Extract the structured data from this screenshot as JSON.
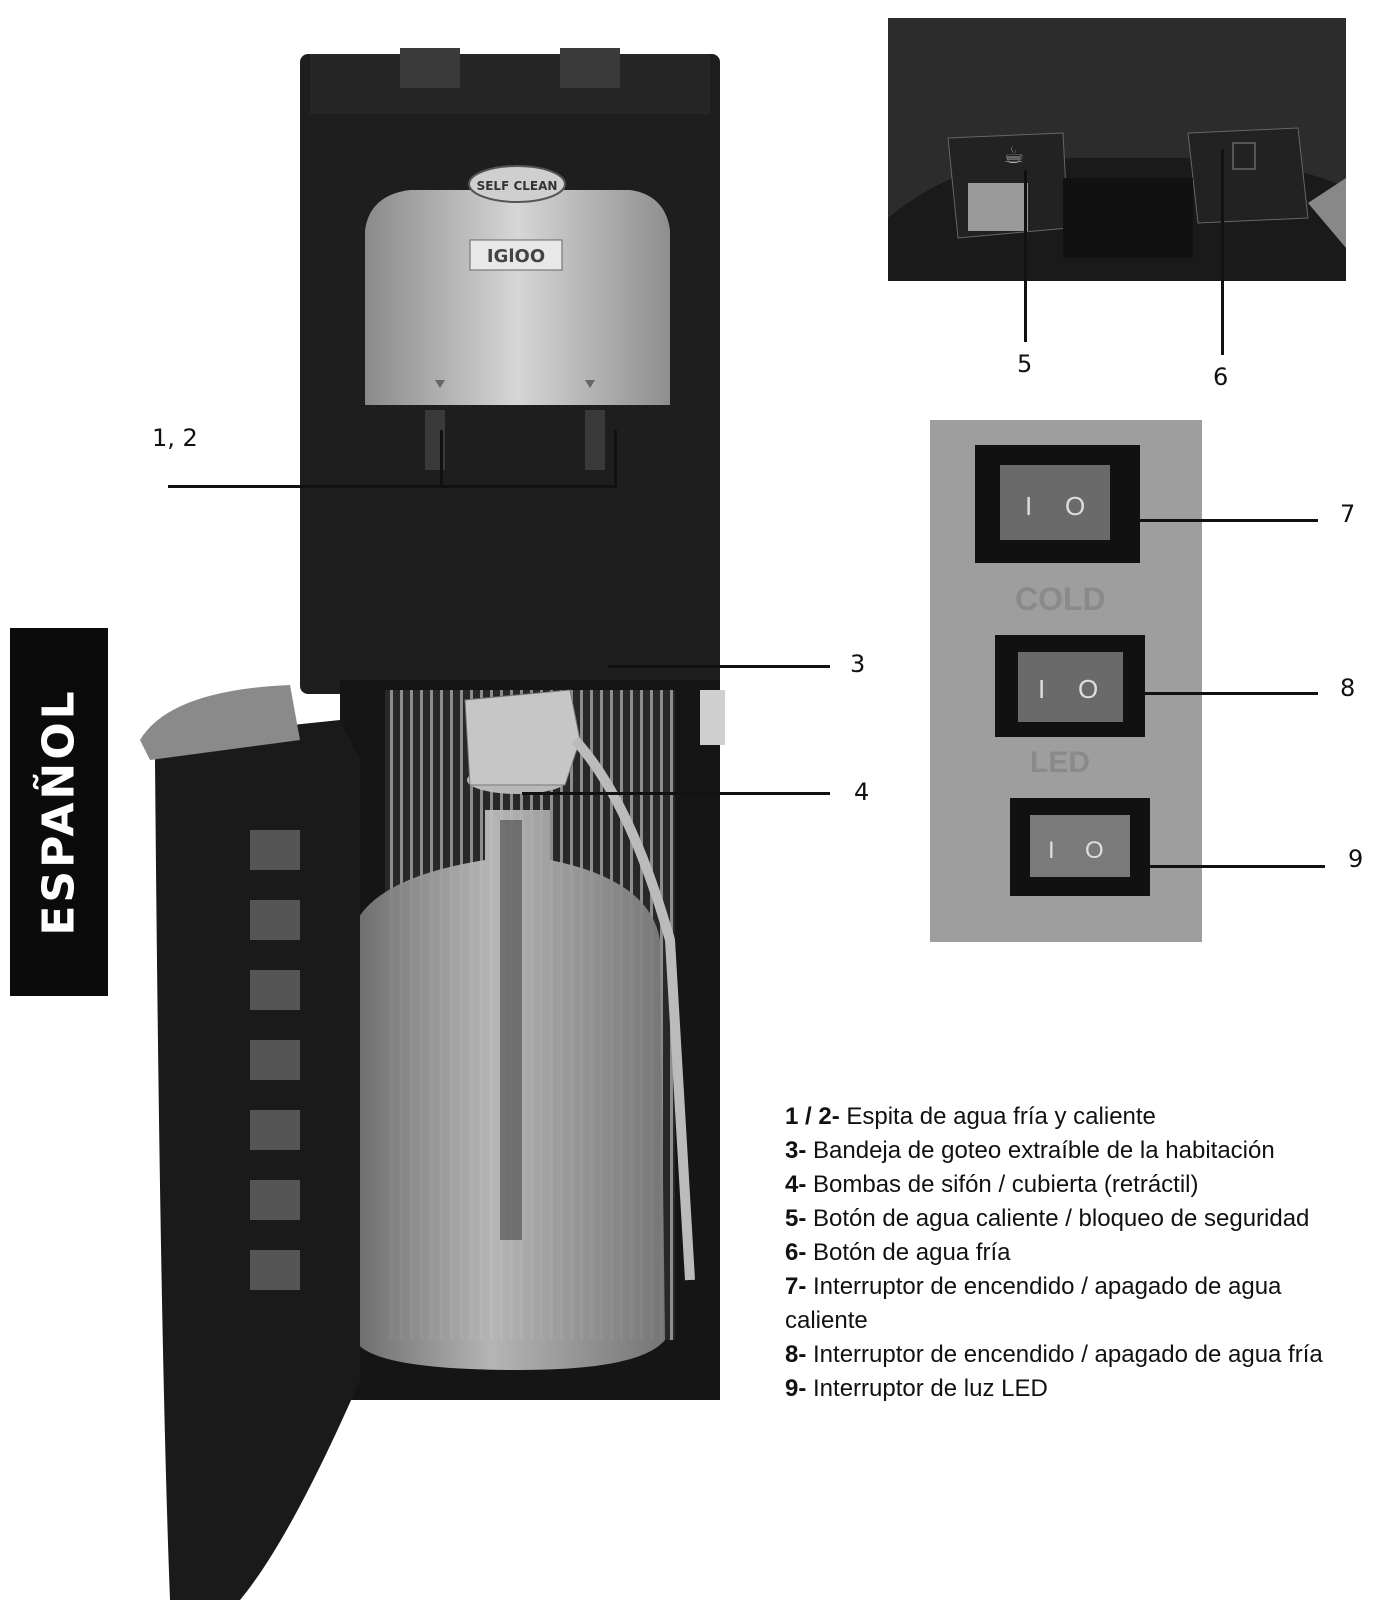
{
  "side_tab": {
    "label": "ESPAÑOL"
  },
  "dispenser": {
    "badge": "SELF CLEAN",
    "brand": "IGlOO"
  },
  "switch_panel": {
    "label_cold": "COLD",
    "label_led": "LED",
    "switch_marks": {
      "on": "I",
      "off": "O"
    }
  },
  "callouts": {
    "c12": "1, 2",
    "c3": "3",
    "c4": "4",
    "c5": "5",
    "c6": "6",
    "c7": "7",
    "c8": "8",
    "c9": "9"
  },
  "legend": {
    "items": [
      {
        "num": "1 / 2-",
        "text": " Espita de agua fría y caliente"
      },
      {
        "num": "3-",
        "text": " Bandeja de goteo extraíble de la habitación"
      },
      {
        "num": "4-",
        "text": " Bombas de sifón / cubierta (retráctil)"
      },
      {
        "num": "5-",
        "text": " Botón de agua caliente / bloqueo de seguridad"
      },
      {
        "num": "6-",
        "text": " Botón de agua fría"
      },
      {
        "num": "7-",
        "text": " Interruptor de encendido / apagado de agua",
        "cont": "caliente"
      },
      {
        "num": "8-",
        "text": " Interruptor de encendido / apagado de agua fría"
      },
      {
        "num": "9-",
        "text": " Interruptor de luz LED"
      }
    ]
  }
}
